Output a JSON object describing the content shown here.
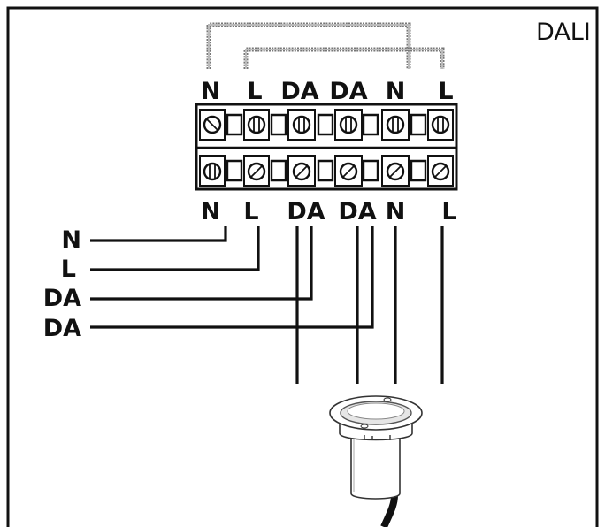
{
  "title": "DALI",
  "terminal_block": {
    "top_labels": [
      "N",
      "L",
      "DA",
      "DA",
      "N",
      "L"
    ],
    "bottom_labels": [
      "N",
      "L",
      "DA",
      "DA",
      "N",
      "L"
    ]
  },
  "supply_wires": [
    "N",
    "L",
    "DA",
    "DA"
  ],
  "device": "luminaire"
}
